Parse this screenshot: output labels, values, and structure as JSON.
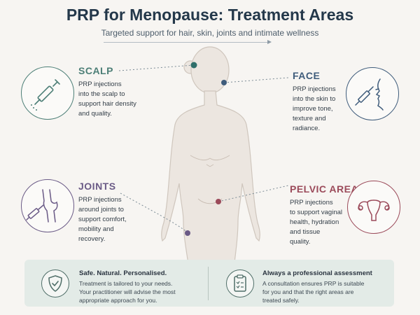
{
  "header": {
    "title": "PRP for Menopause: Treatment Areas",
    "subtitle": "Targeted support for hair, skin, joints and intimate wellness"
  },
  "areas": {
    "scalp": {
      "title": "SCALP",
      "text": [
        "PRP injections",
        "into the scalp to",
        "support hair density",
        "and quality."
      ],
      "color": "#4d7f77",
      "icon": "syringe-icon"
    },
    "face": {
      "title": "FACE",
      "text": [
        "PRP injections",
        "into the skin to",
        "improve tone,",
        "texture and",
        "radiance."
      ],
      "color": "#3f5c7b",
      "icon": "face-injection-icon"
    },
    "joints": {
      "title": "JOINTS",
      "text": [
        "PRP injections",
        "around joints to",
        "support comfort,",
        "mobility and",
        "recovery."
      ],
      "color": "#6a5a86",
      "icon": "knee-joint-icon"
    },
    "pelvic": {
      "title": "PELVIC AREA",
      "text": [
        "PRP injections",
        "to support vaginal",
        "health, hydration",
        "and tissue",
        "quality."
      ],
      "color": "#9b4a5a",
      "icon": "uterus-icon"
    }
  },
  "footer": {
    "left": {
      "title": "Safe. Natural. Personalised.",
      "text": [
        "Treatment is tailored to your needs.",
        "Your practitioner will advise the most",
        "appropriate approach for you."
      ],
      "icon": "shield-check-icon"
    },
    "right": {
      "title": "Always a professional assessment",
      "text": [
        "A consultation ensures PRP is suitable",
        "for you and that the right areas are",
        "treated safely."
      ],
      "icon": "clipboard-icon"
    }
  }
}
